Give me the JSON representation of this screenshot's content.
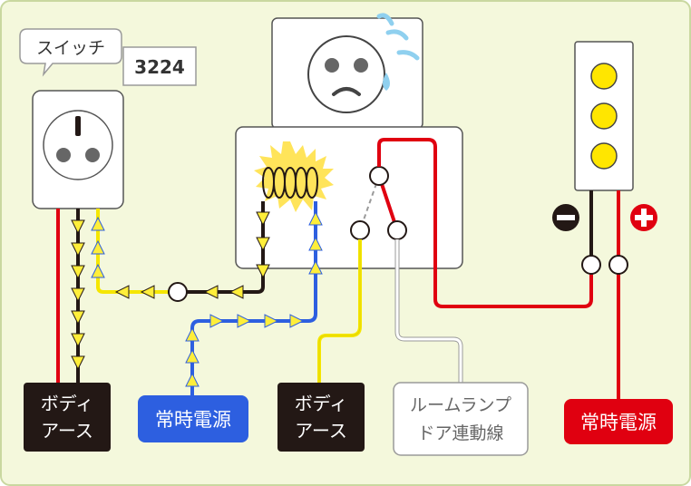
{
  "callout": {
    "switch_label": "スイッチ",
    "part_number": "3224"
  },
  "labels": {
    "body_earth_left_1": "ボディ",
    "body_earth_left_2": "アース",
    "const_power_blue": "常時電源",
    "body_earth_mid_1": "ボディ",
    "body_earth_mid_2": "アース",
    "room_lamp_1": "ルームランプ",
    "room_lamp_2": "ドア連動線",
    "const_power_red": "常時電源"
  },
  "polarity": {
    "minus": "−",
    "plus": "+"
  },
  "colors": {
    "background": "#f4f8dc",
    "border": "#c9d8a0",
    "wire_red": "#e00010",
    "wire_black": "#231815",
    "wire_yellow": "#f5e600",
    "wire_blue": "#2d5fe0",
    "wire_white": "#ffffff",
    "arrow_fill": "#ffee3a",
    "bulb_fill": "#ffe600",
    "glow": "#ffe45a",
    "sweat_drop": "#8fd0ef",
    "blue_label": "#2d5fe0",
    "red_label": "#e00010",
    "dark_label": "#231815"
  },
  "icons": [
    "sad-face-icon",
    "sweat-drop-icon",
    "outlet-icon",
    "filament-bulb-icon",
    "minus-icon",
    "plus-icon"
  ]
}
